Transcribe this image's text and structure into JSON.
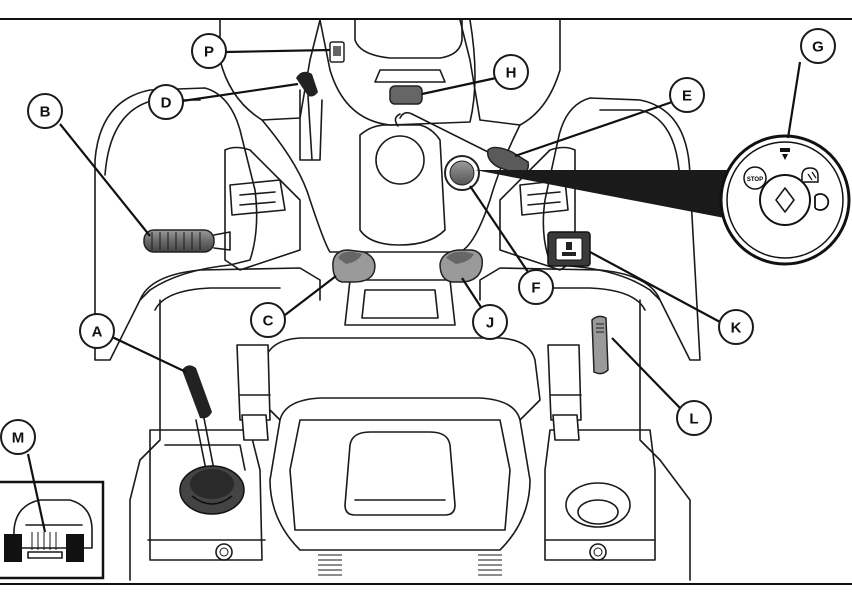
{
  "callouts": [
    {
      "id": "P",
      "label": "P"
    },
    {
      "id": "H",
      "label": "H"
    },
    {
      "id": "G",
      "label": "G"
    },
    {
      "id": "D",
      "label": "D"
    },
    {
      "id": "B",
      "label": "B"
    },
    {
      "id": "E",
      "label": "E"
    },
    {
      "id": "C",
      "label": "C"
    },
    {
      "id": "J",
      "label": "J"
    },
    {
      "id": "F",
      "label": "F"
    },
    {
      "id": "K",
      "label": "K"
    },
    {
      "id": "A",
      "label": "A"
    },
    {
      "id": "L",
      "label": "L"
    },
    {
      "id": "M",
      "label": "M"
    }
  ],
  "ignition": {
    "stop_label": "STOP"
  },
  "colors": {
    "line": "#1a1a1a",
    "dark": "#2a2a2a",
    "mid": "#7a7a7a",
    "light": "#c8c8c8",
    "background": "#ffffff"
  }
}
